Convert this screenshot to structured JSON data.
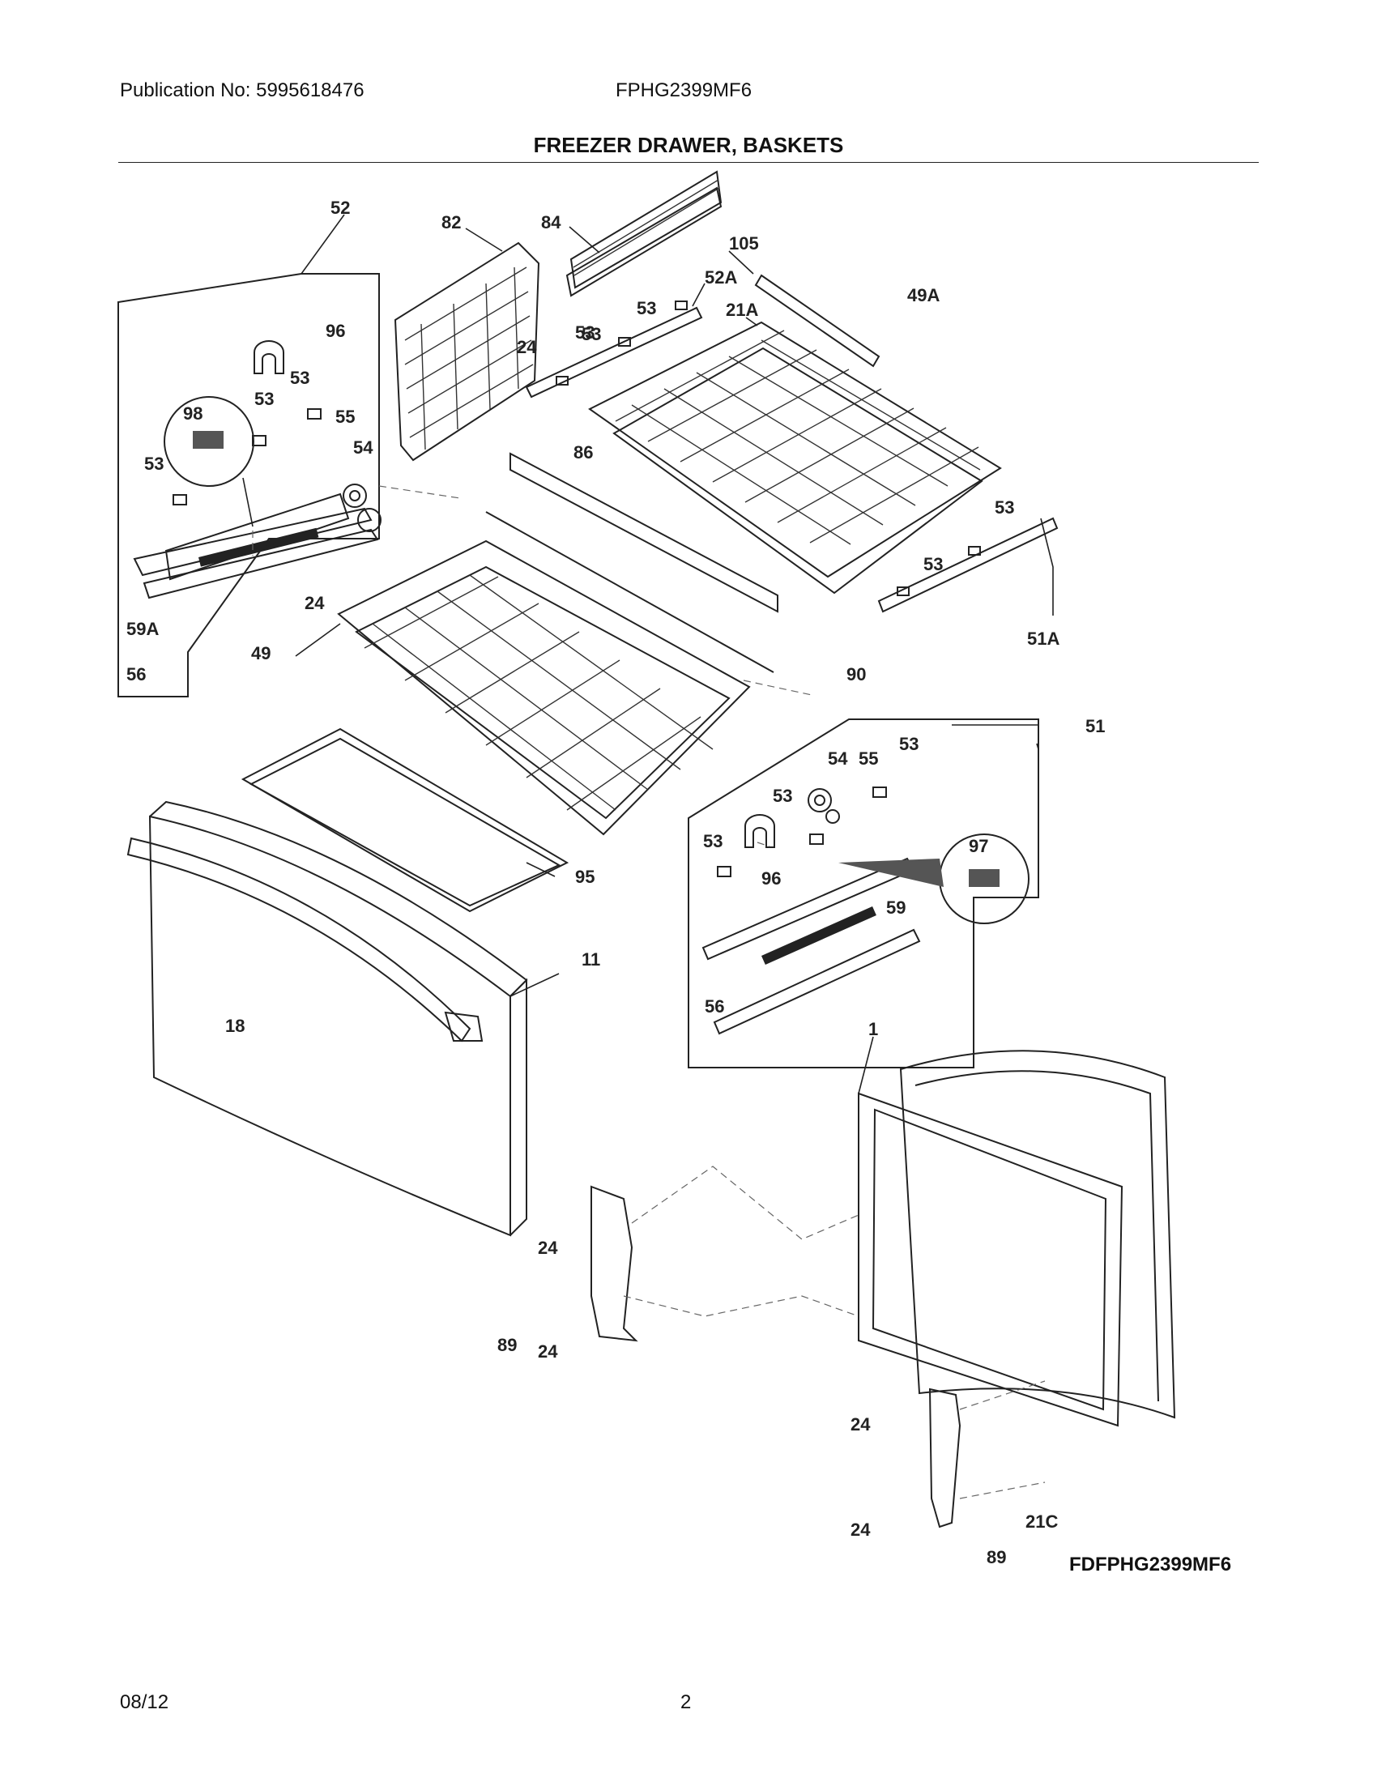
{
  "header": {
    "publication": "Publication No: 5995618476",
    "model": "FPHG2399MF6",
    "title": "FREEZER DRAWER, BASKETS"
  },
  "diagram": {
    "code": "FDFPHG2399MF6",
    "callouts": [
      "52",
      "82",
      "84",
      "105",
      "52A",
      "21A",
      "53",
      "53",
      "24",
      "53",
      "96",
      "53",
      "53",
      "98",
      "53",
      "55",
      "54",
      "49A",
      "86",
      "53",
      "53",
      "51A",
      "59A",
      "24",
      "49",
      "56",
      "90",
      "51",
      "54",
      "55",
      "53",
      "53",
      "53",
      "97",
      "96",
      "95",
      "59",
      "11",
      "56",
      "18",
      "1",
      "24",
      "89",
      "24",
      "24",
      "21C",
      "24",
      "89"
    ]
  },
  "footer": {
    "date": "08/12",
    "page": "2"
  }
}
